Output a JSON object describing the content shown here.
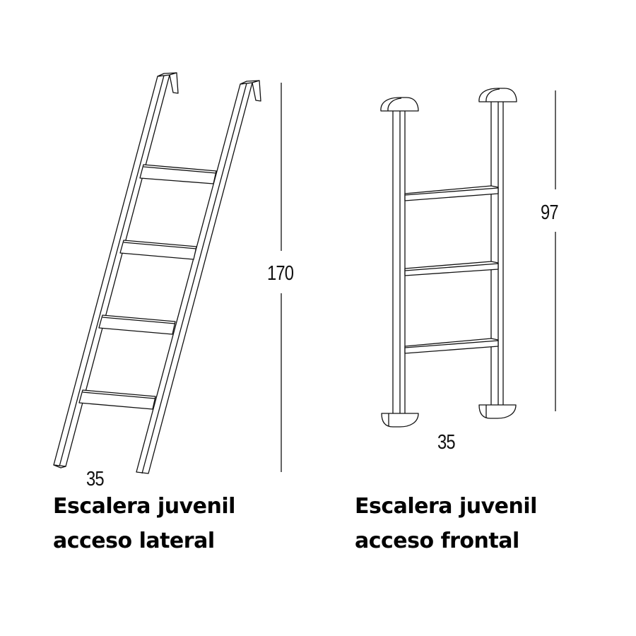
{
  "colors": {
    "background": "#ffffff",
    "line": "#111111",
    "text": "#000000"
  },
  "ladders": [
    {
      "id": "lateral",
      "title_line1": "Escalera juvenil",
      "title_line2": "acceso lateral",
      "height_label": "170",
      "width_label": "35",
      "rungs": 4,
      "style": "inclined with top hooks"
    },
    {
      "id": "frontal",
      "title_line1": "Escalera juvenil",
      "title_line2": "acceso frontal",
      "height_label": "97",
      "width_label": "35",
      "rungs": 3,
      "style": "vertical with rounded end caps"
    }
  ]
}
